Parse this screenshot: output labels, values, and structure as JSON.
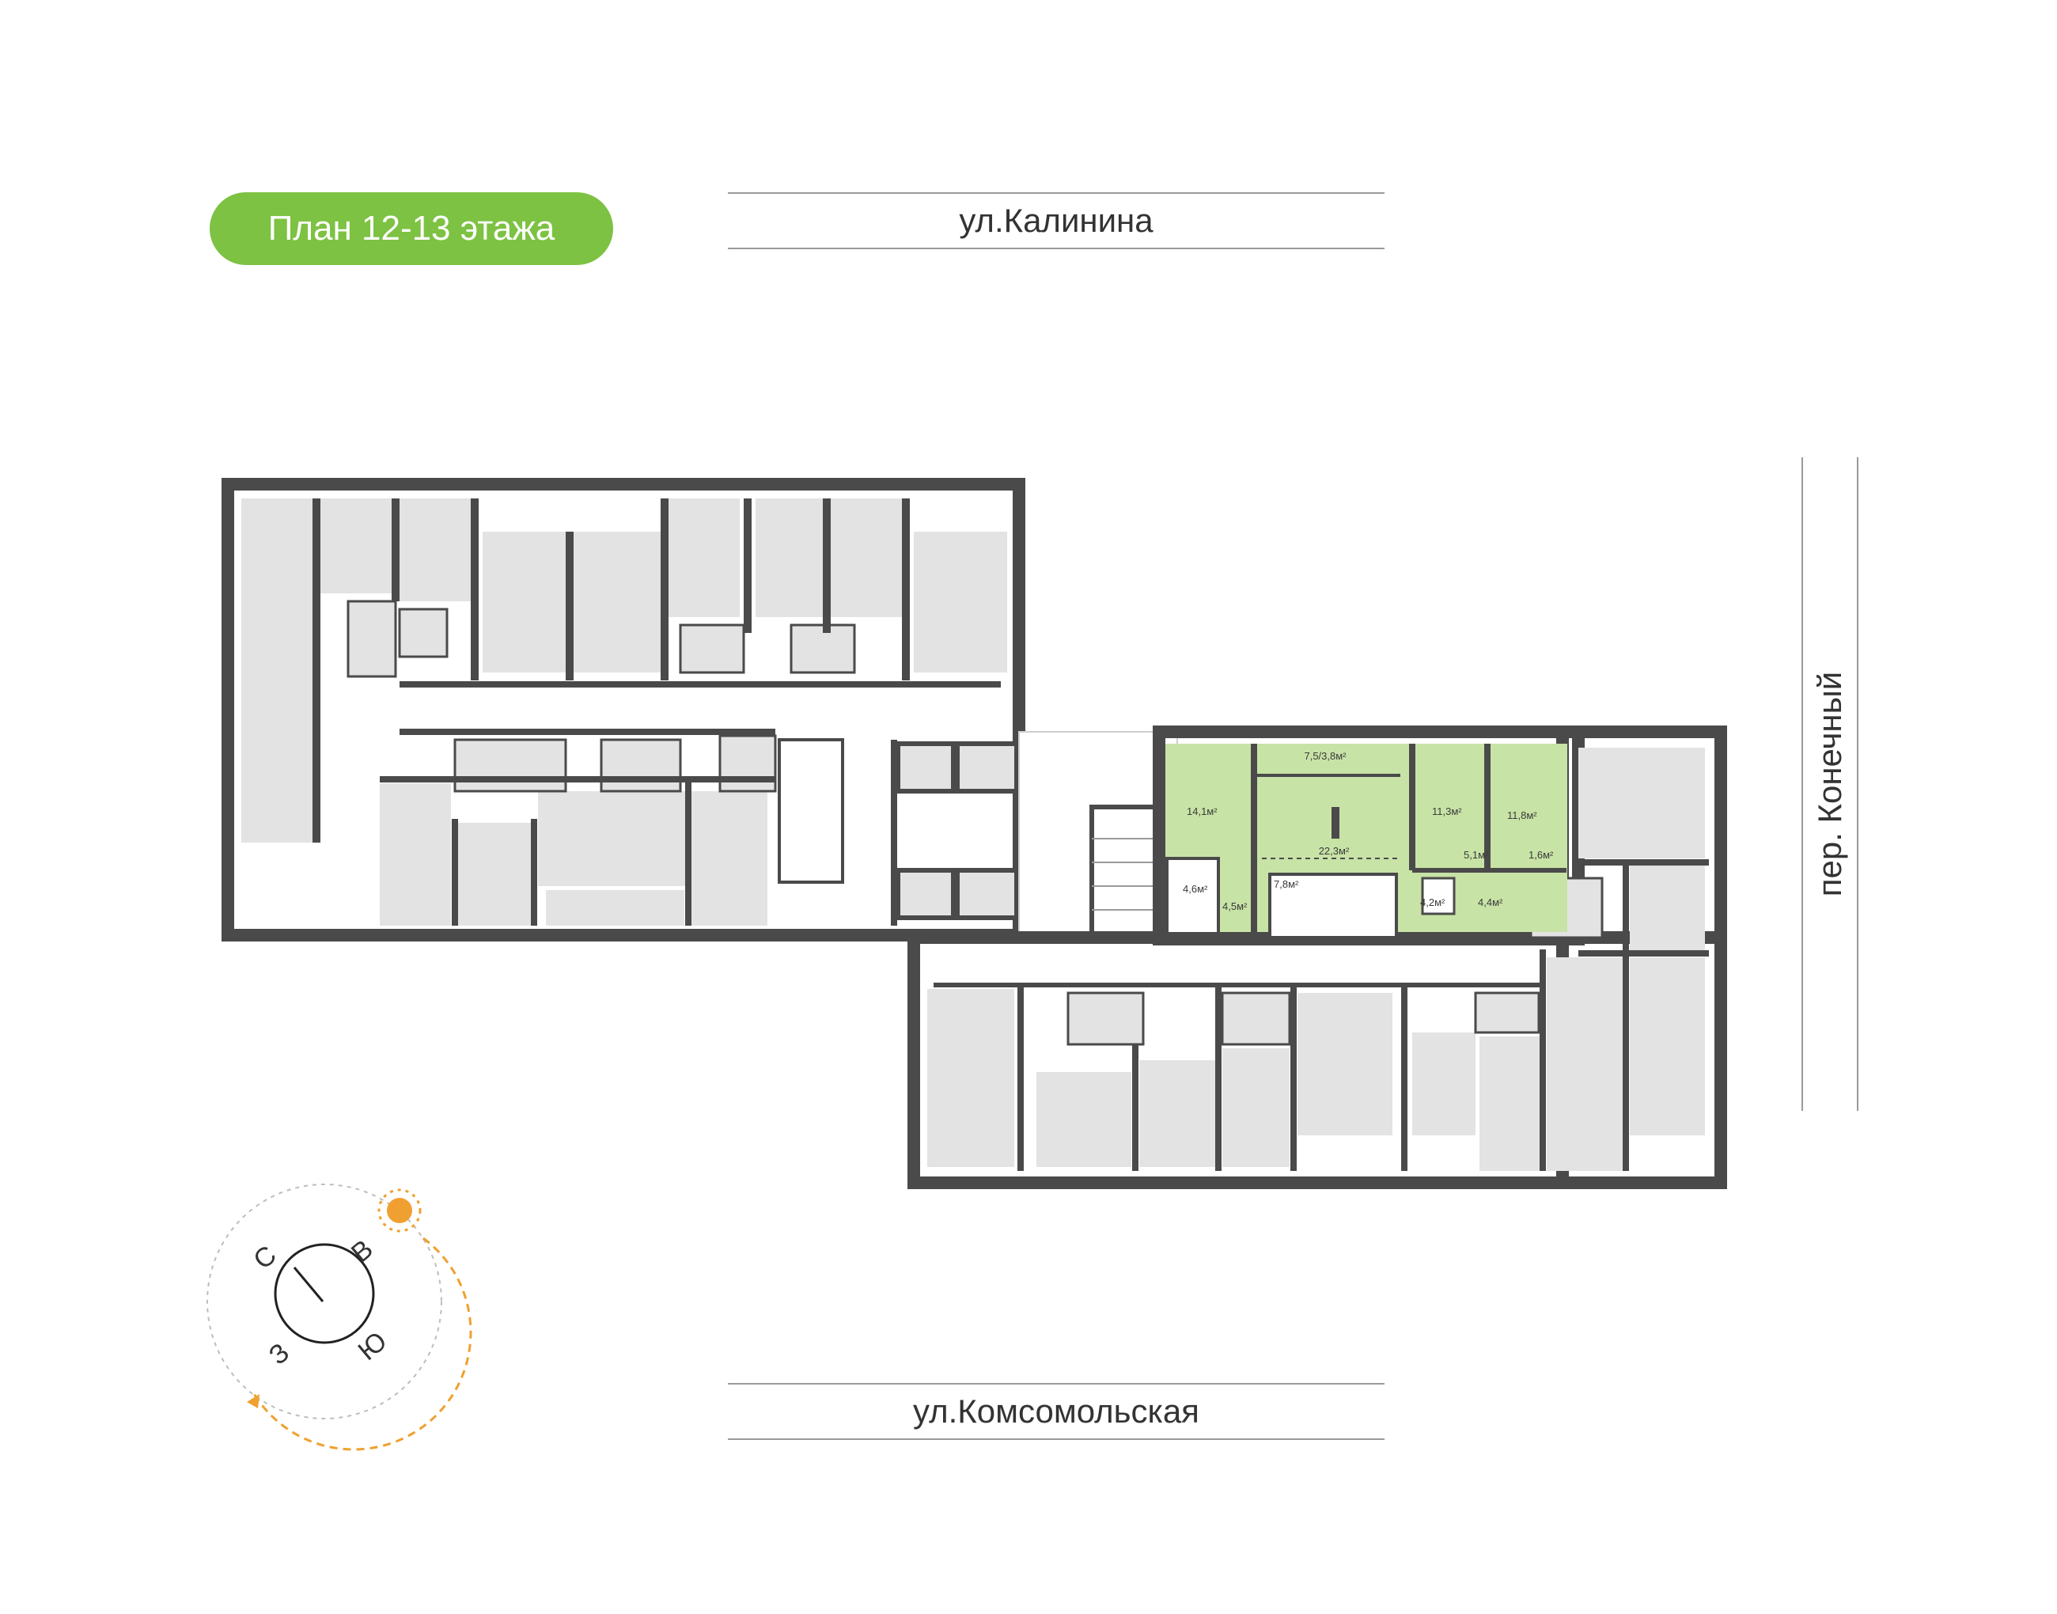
{
  "header": {
    "floor_plan_title": "План 12-13 этажа"
  },
  "streets": {
    "top": "ул.Калинина",
    "bottom": "ул.Комсомольская",
    "right": "пер. Конечный"
  },
  "compass": {
    "north": "С",
    "east": "В",
    "south": "Ю",
    "west": "З"
  },
  "apartment": {
    "highlight_color": "#c8e3a6",
    "rooms": {
      "balcony": "7,5/3,8м²",
      "bedroom_left": "14,1м²",
      "living": "22,3м²",
      "bedroom_mid": "11,3м²",
      "bedroom_right": "11,8м²",
      "hall": "7,8м²",
      "bath1": "4,6м²",
      "bath2": "4,5м²",
      "bath3": "4,2м²",
      "wardrobe": "4,4м²",
      "corridor": "5,1м²",
      "storage": "1,6м²"
    }
  },
  "colors": {
    "brand_green": "#7dc242",
    "wall": "#4a4a4a",
    "room": "#e3e3e3",
    "sun": "#f0a030"
  }
}
